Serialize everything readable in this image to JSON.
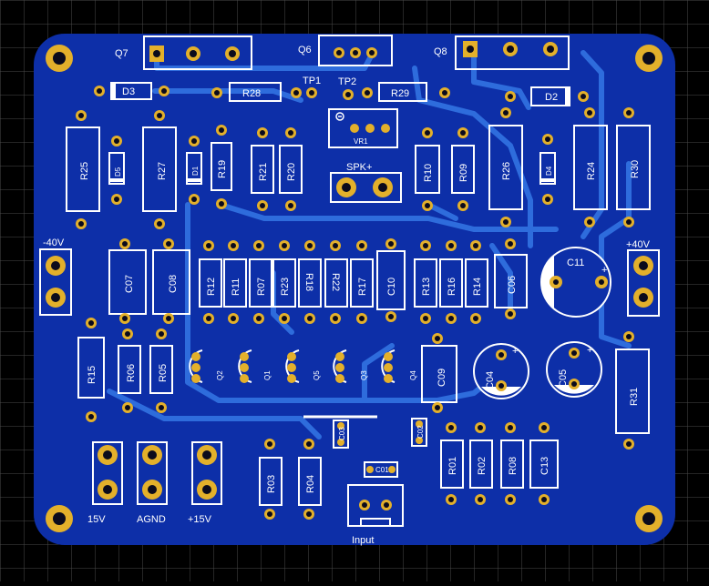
{
  "colors": {
    "board": "#0d2fa8",
    "trace": "#2e6cdc",
    "pad": "#e3b02b",
    "silk": "#ffffff",
    "background": "#000000",
    "grid": "#4a4a4a"
  },
  "labels": {
    "q7": "Q7",
    "q6": "Q6",
    "q8": "Q8",
    "tp1": "TP1",
    "tp2": "TP2",
    "d3": "D3",
    "d2": "D2",
    "d5": "D5",
    "d1": "D1",
    "d4": "D4",
    "r28": "R28",
    "r29": "R29",
    "vr1": "VR1",
    "spk": "SPK+",
    "r25": "R25",
    "r27": "R27",
    "r19": "R19",
    "r21": "R21",
    "r20": "R20",
    "r10": "R10",
    "r09": "R09",
    "r26": "R26",
    "r24": "R24",
    "r30": "R30",
    "neg40": "-40V",
    "pos40": "+40V",
    "c07": "C07",
    "c08": "C08",
    "r12": "R12",
    "r11": "R11",
    "r07": "R07",
    "r23": "R23",
    "r18": "R18",
    "r22": "R22",
    "r17": "R17",
    "c10": "C10",
    "r13": "R13",
    "r16": "R16",
    "r14": "R14",
    "c06": "C06",
    "c11": "C11",
    "r15": "R15",
    "r06": "R06",
    "r05": "R05",
    "q2": "Q2",
    "q1": "Q1",
    "q5": "Q5",
    "q3": "Q3",
    "q4": "Q4",
    "c09": "C09",
    "c04": "C04",
    "c05": "C05",
    "r31": "R31",
    "c03": "C03",
    "c02": "C02",
    "c01": "C01",
    "r01": "R01",
    "r02": "R02",
    "r08": "R08",
    "c13": "C13",
    "r03": "R03",
    "r04": "R04",
    "neg15": "15V",
    "agnd": "AGND",
    "pos15": "+15V",
    "input": "Input",
    "plus": "+"
  }
}
